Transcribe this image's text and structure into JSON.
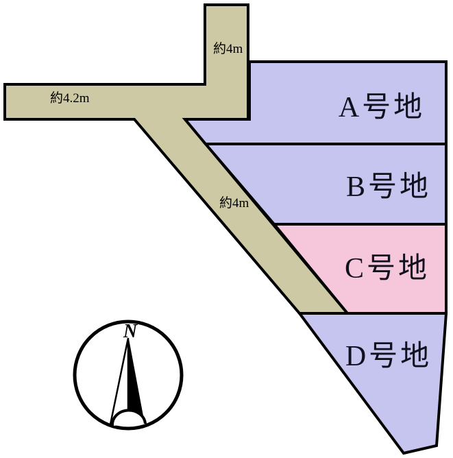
{
  "diagram": {
    "type": "land-lot-subdivision-map"
  },
  "colors": {
    "road": "#cdc9a4",
    "lot_lavender": "#c6c5ef",
    "lot_pink": "#f6c6da",
    "outline": "#000000",
    "background": "#ffffff",
    "lot_text": "#10101e",
    "compass_fill": "#ffffff"
  },
  "road_labels": {
    "north_road": "約4m",
    "west_road": "約4.2m",
    "diagonal_road": "約4m"
  },
  "lots": {
    "a": {
      "label": "A号地"
    },
    "b": {
      "label": "B号地"
    },
    "c": {
      "label": "C号地"
    },
    "d": {
      "label": "D号地"
    }
  },
  "compass": {
    "north": "N"
  }
}
